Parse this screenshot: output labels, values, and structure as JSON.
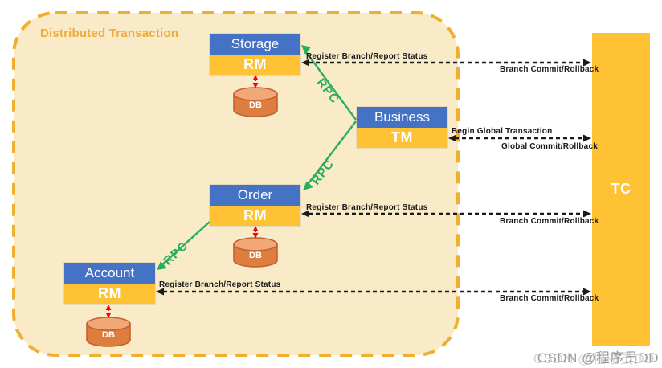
{
  "title": "Distributed Transaction",
  "services": [
    {
      "name": "Storage",
      "role": "RM",
      "db": "DB"
    },
    {
      "name": "Business",
      "role": "TM"
    },
    {
      "name": "Order",
      "role": "RM",
      "db": "DB"
    },
    {
      "name": "Account",
      "role": "RM",
      "db": "DB"
    }
  ],
  "coordinator": {
    "name": "TC"
  },
  "rpc_label": "RPC",
  "messages": {
    "register": "Register Branch/Report Status",
    "branch_commit": "Branch Commit/Rollback",
    "begin_global": "Begin Global Transaction",
    "global_commit": "Global Commit/Rollback"
  },
  "watermark": "CSDN @程序员DD",
  "colors": {
    "header_blue": "#4472C4",
    "band_gold": "#FFC234",
    "container_fill": "#FAEBC8",
    "container_border": "#F0AF2F",
    "rpc_green": "#2BAD5E",
    "db_body": "#DD7E3E",
    "db_top": "#F0A878",
    "db_stroke": "#C4622F",
    "arrow_red": "#FF0000",
    "arrow_black": "#1A1A1A",
    "title_orange": "#F2A93C"
  }
}
